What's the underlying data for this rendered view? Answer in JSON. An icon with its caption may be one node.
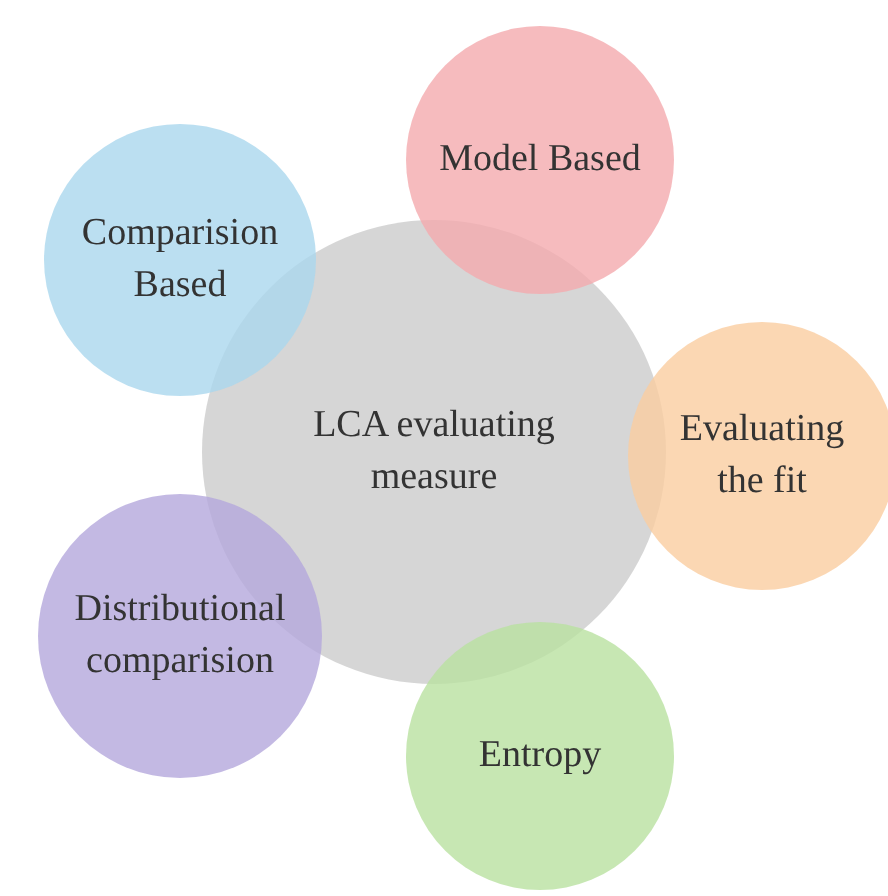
{
  "diagram": {
    "nodes": [
      {
        "text": [
          "LCA evaluating measure"
        ]
      },
      {
        "text": [
          "Model Based"
        ]
      },
      {
        "text": [
          "Evaluating the fit"
        ]
      },
      {
        "text": [
          "Entropy"
        ]
      },
      {
        "text": [
          "Distributional comparision"
        ]
      },
      {
        "text": [
          "Comparision Based"
        ]
      }
    ]
  }
}
